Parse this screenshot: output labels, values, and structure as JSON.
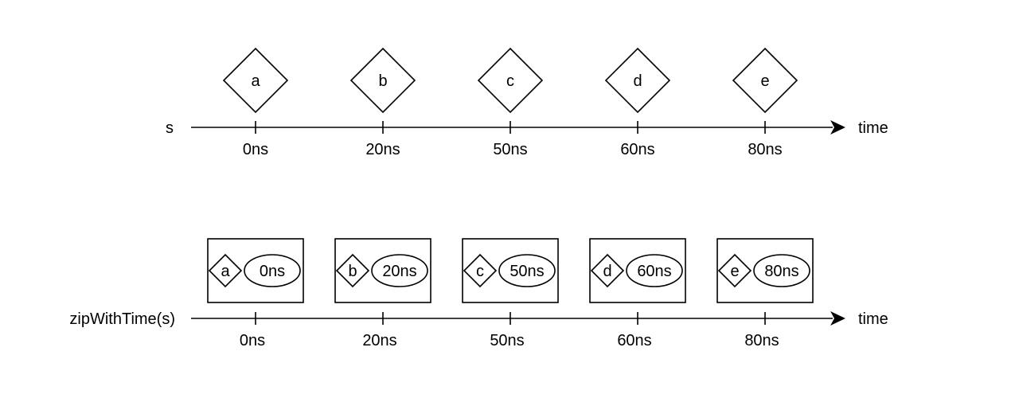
{
  "top_timeline": {
    "label": "s",
    "axis_label": "time",
    "events": [
      {
        "value": "a",
        "tick": "0ns"
      },
      {
        "value": "b",
        "tick": "20ns"
      },
      {
        "value": "c",
        "tick": "50ns"
      },
      {
        "value": "d",
        "tick": "60ns"
      },
      {
        "value": "e",
        "tick": "80ns"
      }
    ]
  },
  "bottom_timeline": {
    "label": "zipWithTime(s)",
    "axis_label": "time",
    "events": [
      {
        "value": "a",
        "time": "0ns",
        "tick": "0ns"
      },
      {
        "value": "b",
        "time": "20ns",
        "tick": "20ns"
      },
      {
        "value": "c",
        "time": "50ns",
        "tick": "50ns"
      },
      {
        "value": "d",
        "time": "60ns",
        "tick": "60ns"
      },
      {
        "value": "e",
        "time": "80ns",
        "tick": "80ns"
      }
    ]
  },
  "colors": {
    "stroke": "#000000",
    "background": "#ffffff"
  }
}
